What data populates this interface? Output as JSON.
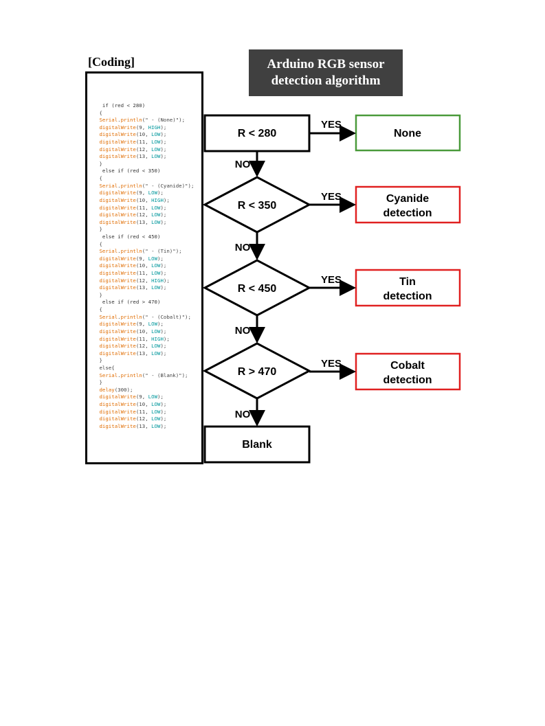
{
  "coding_heading": "[Coding]",
  "title": {
    "line1": "Arduino RGB sensor",
    "line2": "detection algorithm"
  },
  "code_lines": [
    [
      {
        "t": "  if (red < 280)",
        "c": "kw"
      }
    ],
    [
      {
        "t": " {",
        "c": "plain"
      }
    ],
    [
      {
        "t": " Serial",
        "c": "fn"
      },
      {
        "t": ".",
        "c": "plain"
      },
      {
        "t": "println",
        "c": "fn"
      },
      {
        "t": "(\" - (None)\");",
        "c": "plain"
      }
    ],
    [
      {
        "t": " digitalWrite",
        "c": "fn"
      },
      {
        "t": "(9, ",
        "c": "plain"
      },
      {
        "t": "HIGH",
        "c": "hi"
      },
      {
        "t": ");",
        "c": "plain"
      }
    ],
    [
      {
        "t": " digitalWrite",
        "c": "fn"
      },
      {
        "t": "(10, ",
        "c": "plain"
      },
      {
        "t": "LOW",
        "c": "hi"
      },
      {
        "t": ");",
        "c": "plain"
      }
    ],
    [
      {
        "t": " digitalWrite",
        "c": "fn"
      },
      {
        "t": "(11, ",
        "c": "plain"
      },
      {
        "t": "LOW",
        "c": "hi"
      },
      {
        "t": ");",
        "c": "plain"
      }
    ],
    [
      {
        "t": " digitalWrite",
        "c": "fn"
      },
      {
        "t": "(12, ",
        "c": "plain"
      },
      {
        "t": "LOW",
        "c": "hi"
      },
      {
        "t": ");",
        "c": "plain"
      }
    ],
    [
      {
        "t": " digitalWrite",
        "c": "fn"
      },
      {
        "t": "(13, ",
        "c": "plain"
      },
      {
        "t": "LOW",
        "c": "hi"
      },
      {
        "t": ");",
        "c": "plain"
      }
    ],
    [
      {
        "t": " }",
        "c": "plain"
      }
    ],
    [
      {
        "t": "  else if (red < 350)",
        "c": "kw"
      }
    ],
    [
      {
        "t": " {",
        "c": "plain"
      }
    ],
    [
      {
        "t": " Serial",
        "c": "fn"
      },
      {
        "t": ".",
        "c": "plain"
      },
      {
        "t": "println",
        "c": "fn"
      },
      {
        "t": "(\" - (Cyanide)\");",
        "c": "plain"
      }
    ],
    [
      {
        "t": " digitalWrite",
        "c": "fn"
      },
      {
        "t": "(9, ",
        "c": "plain"
      },
      {
        "t": "LOW",
        "c": "hi"
      },
      {
        "t": ");",
        "c": "plain"
      }
    ],
    [
      {
        "t": " digitalWrite",
        "c": "fn"
      },
      {
        "t": "(10, ",
        "c": "plain"
      },
      {
        "t": "HIGH",
        "c": "hi"
      },
      {
        "t": ");",
        "c": "plain"
      }
    ],
    [
      {
        "t": " digitalWrite",
        "c": "fn"
      },
      {
        "t": "(11, ",
        "c": "plain"
      },
      {
        "t": "LOW",
        "c": "hi"
      },
      {
        "t": ");",
        "c": "plain"
      }
    ],
    [
      {
        "t": " digitalWrite",
        "c": "fn"
      },
      {
        "t": "(12, ",
        "c": "plain"
      },
      {
        "t": "LOW",
        "c": "hi"
      },
      {
        "t": ");",
        "c": "plain"
      }
    ],
    [
      {
        "t": " digitalWrite",
        "c": "fn"
      },
      {
        "t": "(13, ",
        "c": "plain"
      },
      {
        "t": "LOW",
        "c": "hi"
      },
      {
        "t": ");",
        "c": "plain"
      }
    ],
    [
      {
        "t": " }",
        "c": "plain"
      }
    ],
    [
      {
        "t": "  else if (red < 450)",
        "c": "kw"
      }
    ],
    [
      {
        "t": " {",
        "c": "plain"
      }
    ],
    [
      {
        "t": " Serial",
        "c": "fn"
      },
      {
        "t": ".",
        "c": "plain"
      },
      {
        "t": "println",
        "c": "fn"
      },
      {
        "t": "(\" - (Tin)\");",
        "c": "plain"
      }
    ],
    [
      {
        "t": " digitalWrite",
        "c": "fn"
      },
      {
        "t": "(9, ",
        "c": "plain"
      },
      {
        "t": "LOW",
        "c": "hi"
      },
      {
        "t": ");",
        "c": "plain"
      }
    ],
    [
      {
        "t": " digitalWrite",
        "c": "fn"
      },
      {
        "t": "(10, ",
        "c": "plain"
      },
      {
        "t": "LOW",
        "c": "hi"
      },
      {
        "t": ");",
        "c": "plain"
      }
    ],
    [
      {
        "t": " digitalWrite",
        "c": "fn"
      },
      {
        "t": "(11, ",
        "c": "plain"
      },
      {
        "t": "LOW",
        "c": "hi"
      },
      {
        "t": ");",
        "c": "plain"
      }
    ],
    [
      {
        "t": " digitalWrite",
        "c": "fn"
      },
      {
        "t": "(12, ",
        "c": "plain"
      },
      {
        "t": "HIGH",
        "c": "hi"
      },
      {
        "t": ");",
        "c": "plain"
      }
    ],
    [
      {
        "t": " digitalWrite",
        "c": "fn"
      },
      {
        "t": "(13, ",
        "c": "plain"
      },
      {
        "t": "LOW",
        "c": "hi"
      },
      {
        "t": ");",
        "c": "plain"
      }
    ],
    [
      {
        "t": " }",
        "c": "plain"
      }
    ],
    [
      {
        "t": "  else if (red > 470)",
        "c": "kw"
      }
    ],
    [
      {
        "t": " {",
        "c": "plain"
      }
    ],
    [
      {
        "t": " Serial",
        "c": "fn"
      },
      {
        "t": ".",
        "c": "plain"
      },
      {
        "t": "println",
        "c": "fn"
      },
      {
        "t": "(\" - (Cobalt)\");",
        "c": "plain"
      }
    ],
    [
      {
        "t": " digitalWrite",
        "c": "fn"
      },
      {
        "t": "(9, ",
        "c": "plain"
      },
      {
        "t": "LOW",
        "c": "hi"
      },
      {
        "t": ");",
        "c": "plain"
      }
    ],
    [
      {
        "t": " digitalWrite",
        "c": "fn"
      },
      {
        "t": "(10, ",
        "c": "plain"
      },
      {
        "t": "LOW",
        "c": "hi"
      },
      {
        "t": ");",
        "c": "plain"
      }
    ],
    [
      {
        "t": " digitalWrite",
        "c": "fn"
      },
      {
        "t": "(11, ",
        "c": "plain"
      },
      {
        "t": "HIGH",
        "c": "hi"
      },
      {
        "t": ");",
        "c": "plain"
      }
    ],
    [
      {
        "t": " digitalWrite",
        "c": "fn"
      },
      {
        "t": "(12, ",
        "c": "plain"
      },
      {
        "t": "LOW",
        "c": "hi"
      },
      {
        "t": ");",
        "c": "plain"
      }
    ],
    [
      {
        "t": " digitalWrite",
        "c": "fn"
      },
      {
        "t": "(13, ",
        "c": "plain"
      },
      {
        "t": "LOW",
        "c": "hi"
      },
      {
        "t": ");",
        "c": "plain"
      }
    ],
    [
      {
        "t": " }",
        "c": "plain"
      }
    ],
    [
      {
        "t": " else{",
        "c": "plain"
      }
    ],
    [
      {
        "t": " Serial",
        "c": "fn"
      },
      {
        "t": ".",
        "c": "plain"
      },
      {
        "t": "println",
        "c": "fn"
      },
      {
        "t": "(\" - (Blank)\");",
        "c": "plain"
      }
    ],
    [
      {
        "t": " }",
        "c": "plain"
      }
    ],
    [
      {
        "t": " delay",
        "c": "fn"
      },
      {
        "t": "(300);",
        "c": "plain"
      }
    ],
    [
      {
        "t": " digitalWrite",
        "c": "fn"
      },
      {
        "t": "(9, ",
        "c": "plain"
      },
      {
        "t": "LOW",
        "c": "hi"
      },
      {
        "t": ");",
        "c": "plain"
      }
    ],
    [
      {
        "t": " digitalWrite",
        "c": "fn"
      },
      {
        "t": "(10, ",
        "c": "plain"
      },
      {
        "t": "LOW",
        "c": "hi"
      },
      {
        "t": ");",
        "c": "plain"
      }
    ],
    [
      {
        "t": " digitalWrite",
        "c": "fn"
      },
      {
        "t": "(11, ",
        "c": "plain"
      },
      {
        "t": "LOW",
        "c": "hi"
      },
      {
        "t": ");",
        "c": "plain"
      }
    ],
    [
      {
        "t": " digitalWrite",
        "c": "fn"
      },
      {
        "t": "(12, ",
        "c": "plain"
      },
      {
        "t": "LOW",
        "c": "hi"
      },
      {
        "t": ");",
        "c": "plain"
      }
    ],
    [
      {
        "t": " digitalWrite",
        "c": "fn"
      },
      {
        "t": "(13, ",
        "c": "plain"
      },
      {
        "t": "LOW",
        "c": "hi"
      },
      {
        "t": ");",
        "c": "plain"
      }
    ]
  ],
  "flowchart": {
    "start": "R < 280",
    "decisions": [
      "R < 350",
      "R < 450",
      "R > 470"
    ],
    "outcomes": [
      {
        "line1": "None",
        "line2": "",
        "border_color": "#4a9a3a"
      },
      {
        "line1": "Cyanide",
        "line2": "detection",
        "border_color": "#e02020"
      },
      {
        "line1": "Tin",
        "line2": "detection",
        "border_color": "#e02020"
      },
      {
        "line1": "Cobalt",
        "line2": "detection",
        "border_color": "#e02020"
      }
    ],
    "end": "Blank",
    "yes_label": "YES",
    "no_label": "NO"
  }
}
